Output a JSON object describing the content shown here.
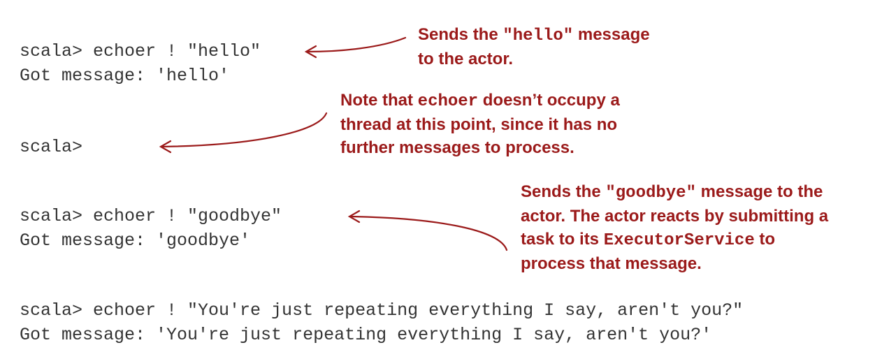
{
  "colors": {
    "code_text": "#333333",
    "annotation": "#9b1a1a",
    "background": "#ffffff"
  },
  "repl": [
    {
      "input": "scala> echoer ! \"hello\"",
      "output": "Got message: 'hello'"
    },
    {
      "input": "scala>",
      "output": ""
    },
    {
      "input": "scala> echoer ! \"goodbye\"",
      "output": "Got message: 'goodbye'"
    },
    {
      "input": "scala> echoer ! \"You're just repeating everything I say, aren't you?\"",
      "output": "Got message: 'You're just repeating everything I say, aren't you?'"
    }
  ],
  "annotations": {
    "hello": {
      "l1_a": "Sends the ",
      "l1_code": "\"hello\"",
      "l1_b": " message",
      "l2": "to the actor."
    },
    "idle": {
      "l1_a": "Note that ",
      "l1_code": "echoer",
      "l1_b": " doesn’t occupy a",
      "l2": "thread at this point, since it has no",
      "l3": "further messages to process."
    },
    "goodbye": {
      "l1_a": "Sends the ",
      "l1_code": "\"goodbye\"",
      "l1_b": " message to the",
      "l2": "actor. The actor reacts by submitting a",
      "l3_a": "task to its ",
      "l3_code": "ExecutorService",
      "l3_b": " to",
      "l4": "process that message."
    }
  }
}
